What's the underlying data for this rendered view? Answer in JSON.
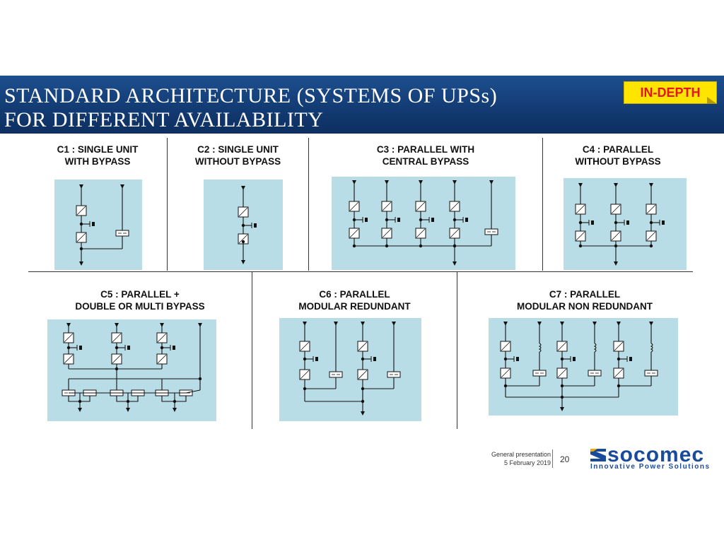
{
  "slide": {
    "title_line1": "STANDARD ARCHITECTURE (SYSTEMS OF UPSs)",
    "title_line2": "FOR DIFFERENT AVAILABILITY",
    "badge": "IN-DEPTH"
  },
  "configs": [
    {
      "id": "C1",
      "line1": "C1 : SINGLE UNIT",
      "line2": "WITH  BYPASS"
    },
    {
      "id": "C2",
      "line1": "C2 : SINGLE UNIT",
      "line2": "WITHOUT BYPASS"
    },
    {
      "id": "C3",
      "line1": "C3 : PARALLEL WITH",
      "line2": "CENTRAL BYPASS"
    },
    {
      "id": "C4",
      "line1": "C4 : PARALLEL",
      "line2": "WITHOUT BYPASS"
    },
    {
      "id": "C5",
      "line1": "C5 : PARALLEL +",
      "line2": "DOUBLE OR MULTI BYPASS"
    },
    {
      "id": "C6",
      "line1": "C6 : PARALLEL",
      "line2": "MODULAR REDUNDANT"
    },
    {
      "id": "C7",
      "line1": "C7 : PARALLEL",
      "line2": "MODULAR NON REDUNDANT"
    }
  ],
  "footer": {
    "line1": "General presentation",
    "line2": "5 February 2019",
    "page": "20"
  },
  "brand": {
    "name": "socomec",
    "tagline": "Innovative Power Solutions",
    "color": "#1a4b9b"
  },
  "colors": {
    "banner": "#123a72",
    "badge_bg": "#ffe400",
    "badge_text": "#e0161c",
    "diagram_bg": "#b9dde6"
  }
}
